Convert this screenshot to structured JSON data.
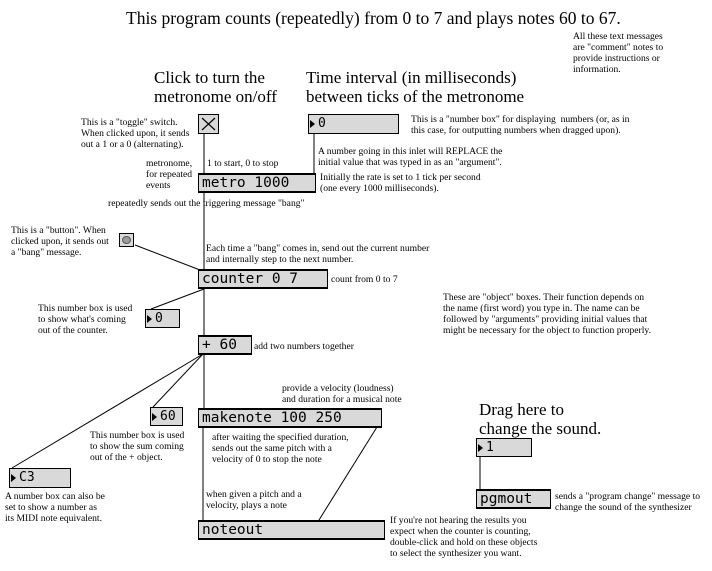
{
  "title": "This program counts (repeatedly) from 0 to 7 and plays notes 60 to 67.",
  "headings": {
    "toggle": "Click to turn the\nmetronome on/off",
    "interval": "Time interval (in milliseconds)\nbetween ticks of the metronome",
    "drag": "Drag here to\nchange the sound."
  },
  "objects": {
    "metro": "metro 1000",
    "counter": "counter 0 7",
    "plus": "+ 60",
    "makenote": "makenote 100 250",
    "noteout": "noteout",
    "pgmout": "pgmout"
  },
  "number_boxes": {
    "interval": "0",
    "counter_out": "0",
    "sum_out": "60",
    "midi_note": "C3",
    "program": "1"
  },
  "comments": {
    "text_messages": "All these text messages\nare \"comment\" notes to\nprovide instructions or\ninformation.",
    "toggle_switch": "This is a \"toggle\" switch.\nWhen clicked upon, it sends\nout a 1 or a 0 (alternating).",
    "number_box": "This is a \"number box\" for displaying  numbers (or, as in\nthis case, for outputting numbers when dragged upon).",
    "metronome": "metronome,\nfor repeated\nevents",
    "start_stop": "1 to start, 0 to stop",
    "replace": "A number going in this inlet will REPLACE the\ninitial value that was typed in as an \"argument\".",
    "rate": "Initially the rate is set to 1 tick per second\n(one every 1000 milliseconds).",
    "bang_msg": "repeatedly sends out the triggering message \"bang\"",
    "button": "This is a \"button\". When\nclicked upon, it sends out\na \"bang\" message.",
    "each_bang": "Each time a \"bang\" comes in, send out the current number\nand internally step to the next number.",
    "count": "count from 0 to 7",
    "counter_box": "This number box is used\nto show what's coming\nout of the counter.",
    "object_boxes": "These are \"object\" boxes. Their function depends on\nthe name (first word) you type in. The name can be\nfollowed by \"arguments\" providing initial values that\nmight be necessary for the object to function properly.",
    "add": "add two numbers together",
    "velocity": "provide a velocity (loudness)\nand duration for a musical note",
    "sum_box": "This number box is used\nto show the sum coming\nout of the + object.",
    "after_wait": "after waiting the specified duration,\nsends out the same pitch with a\nvelocity of 0 to stop the note",
    "midi_box": "A number box can also be\nset to show a number as\nits MIDI note equivalent.",
    "pitch_vel": "when given a pitch and a\nvelocity, plays a note",
    "program_change": "sends a \"program change\" message to\nchange the sound of the synthesizer",
    "not_hearing": "If you're not hearing the results you\nexpect when the counter is counting,\ndouble-click and hold on these objects\nto select the synthesizer you want."
  }
}
